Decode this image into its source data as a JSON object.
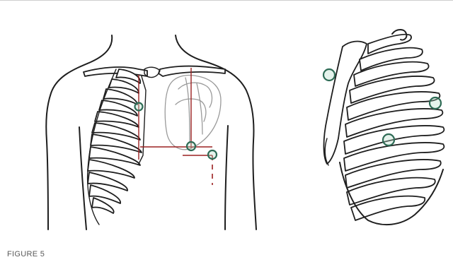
{
  "caption": {
    "label": "FIGURE 5"
  },
  "colors": {
    "outline": "#1e1e1e",
    "reference_line": "#9b2020",
    "marker_ring": "#2e6b55",
    "caption_text": "#5a5a5a"
  },
  "panels": [
    {
      "name": "front-view-torso",
      "marker_count": 3
    },
    {
      "name": "lateral-view-ribcage",
      "marker_count": 3
    }
  ]
}
